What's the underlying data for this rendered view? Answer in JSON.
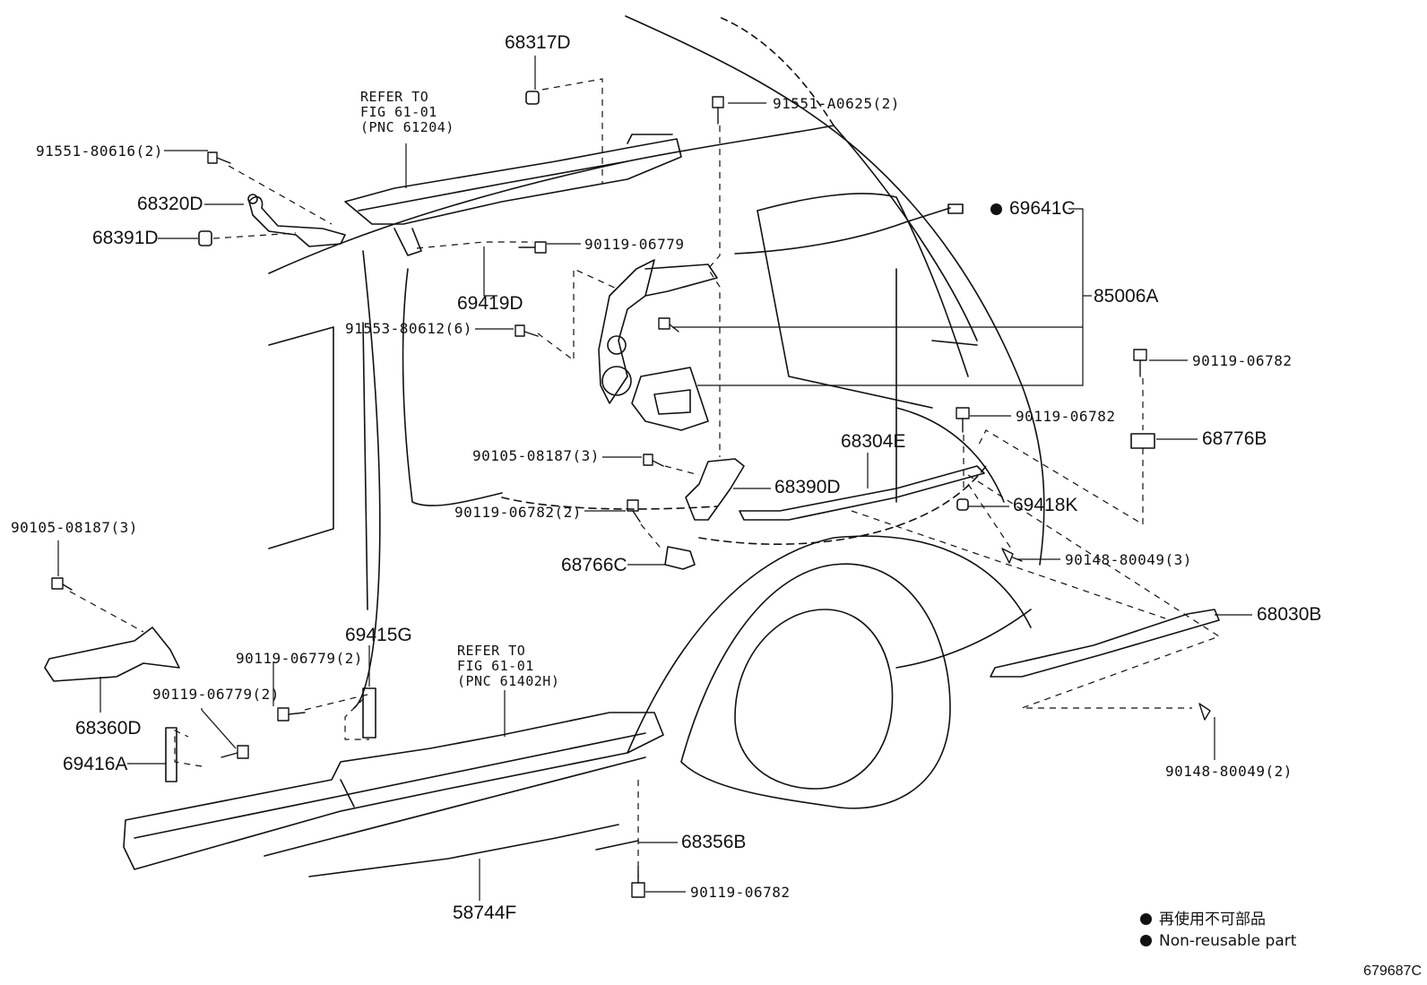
{
  "diagram": {
    "parts": {
      "p68317D": "68317D",
      "p91551A0625": "91551-A0625(2)",
      "p91551_80616": "91551-80616(2)",
      "p68320D": "68320D",
      "p68391D": "68391D",
      "p90119_06779_top": "90119-06779",
      "p69641C": "69641C",
      "p69419D": "69419D",
      "p85006A": "85006A",
      "p91553_80612": "91553-80612(6)",
      "p90119_06782_r1": "90119-06782",
      "p90119_06782_r2": "90119-06782",
      "p68776B": "68776B",
      "p68304E": "68304E",
      "p90105_08187_mid": "90105-08187(3)",
      "p68390D": "68390D",
      "p69418K": "69418K",
      "p90119_06782_2": "90119-06782(2)",
      "p90148_80049_3": "90148-80049(3)",
      "p68766C": "68766C",
      "p68030B": "68030B",
      "p90105_08187_left": "90105-08187(3)",
      "p69415G": "69415G",
      "p90119_06779_2a": "90119-06779(2)",
      "p90119_06779_2b": "90119-06779(2)",
      "p68360D": "68360D",
      "p69416A": "69416A",
      "p90148_80049_2": "90148-80049(2)",
      "p68356B": "68356B",
      "p90119_06782_bottom": "90119-06782",
      "p58744F": "58744F"
    },
    "refer_top": "REFER TO\nFIG 61-01\n(PNC 61204)",
    "refer_bottom": "REFER TO\nFIG 61-01\n(PNC 61402H)"
  },
  "legend": {
    "line1": "再使用不可部品",
    "line2": "Non-reusable part"
  },
  "figure_code": "679687C"
}
